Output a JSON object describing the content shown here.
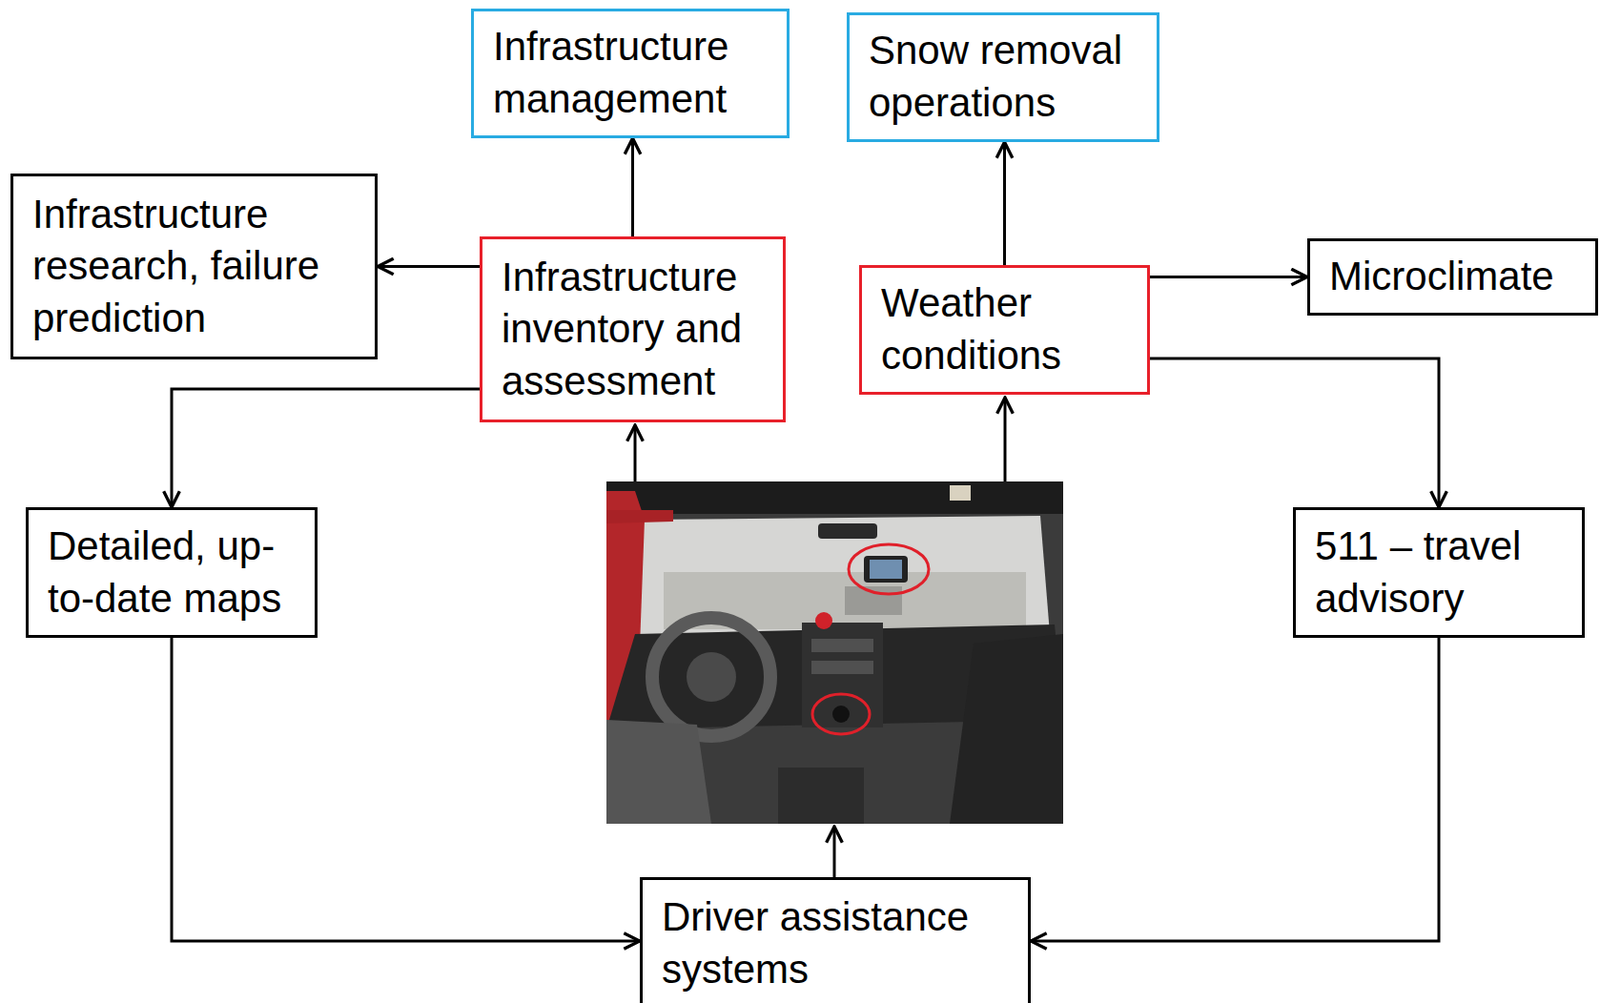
{
  "diagram": {
    "nodes": [
      {
        "text": [
          "Infrastructure management"
        ]
      },
      {
        "text": [
          "Snow removal operations"
        ]
      },
      {
        "text": [
          "Infrastructure research, failure prediction"
        ]
      },
      {
        "text": [
          "Infrastructure inventory and assessment"
        ]
      },
      {
        "text": [
          "Weather conditions"
        ]
      },
      {
        "text": [
          "Microclimate"
        ]
      },
      {
        "text": [
          "Detailed, up-to-date maps"
        ]
      },
      {
        "text": [
          "511 – travel advisory"
        ]
      },
      {
        "text": [
          "Driver assistance systems"
        ]
      }
    ],
    "edges": [
      {
        "from": 3,
        "to": 0,
        "arrow": "to"
      },
      {
        "from": 4,
        "to": 1,
        "arrow": "to"
      },
      {
        "from": 3,
        "to": 2,
        "arrow": "to"
      },
      {
        "from": 4,
        "to": 5,
        "arrow": "to"
      },
      {
        "from": 3,
        "to": 6,
        "arrow": "to"
      },
      {
        "from": 4,
        "to": 7,
        "arrow": "to"
      },
      {
        "from": 6,
        "to": 8,
        "arrow": "to"
      },
      {
        "from": 7,
        "to": 8,
        "arrow": "to"
      }
    ]
  }
}
